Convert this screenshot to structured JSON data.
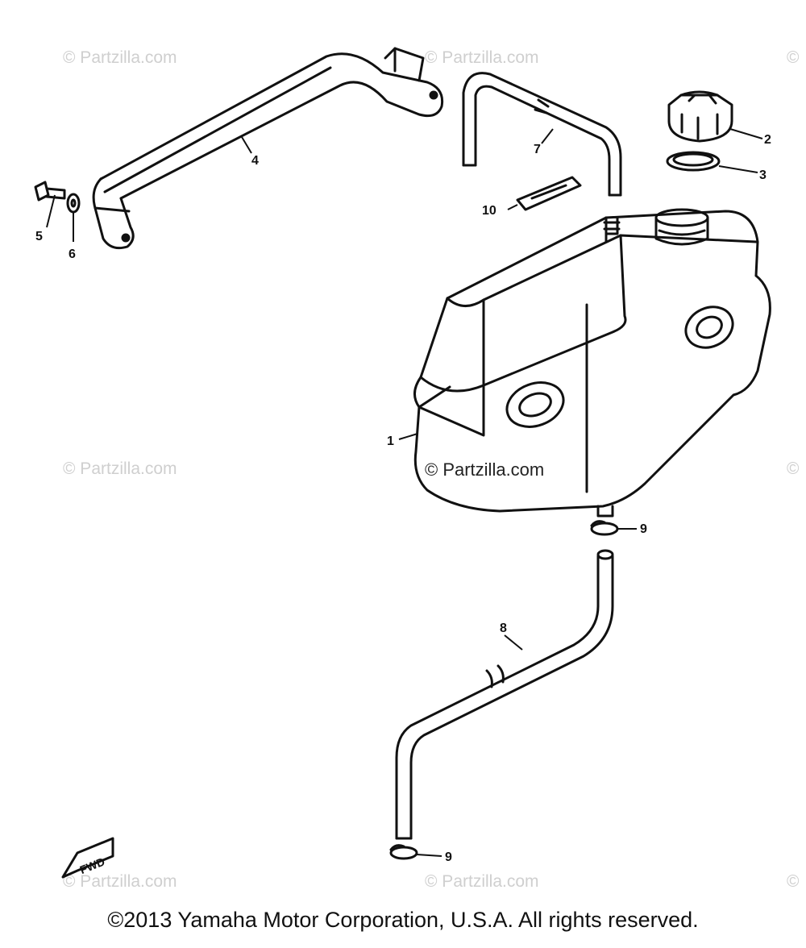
{
  "watermarks": {
    "text": "© Partzilla.com",
    "edge_symbol": "©",
    "center_text": "© Partzilla.com"
  },
  "callouts": [
    "1",
    "2",
    "3",
    "4",
    "5",
    "6",
    "7",
    "8",
    "9",
    "9",
    "10"
  ],
  "fwd_label": "FWD",
  "footer": {
    "copyright": "©2013 Yamaha Motor Corporation, U.S.A. All rights reserved."
  },
  "colors": {
    "line": "#111111",
    "watermark": "#cfcfcf",
    "background": "#ffffff"
  }
}
